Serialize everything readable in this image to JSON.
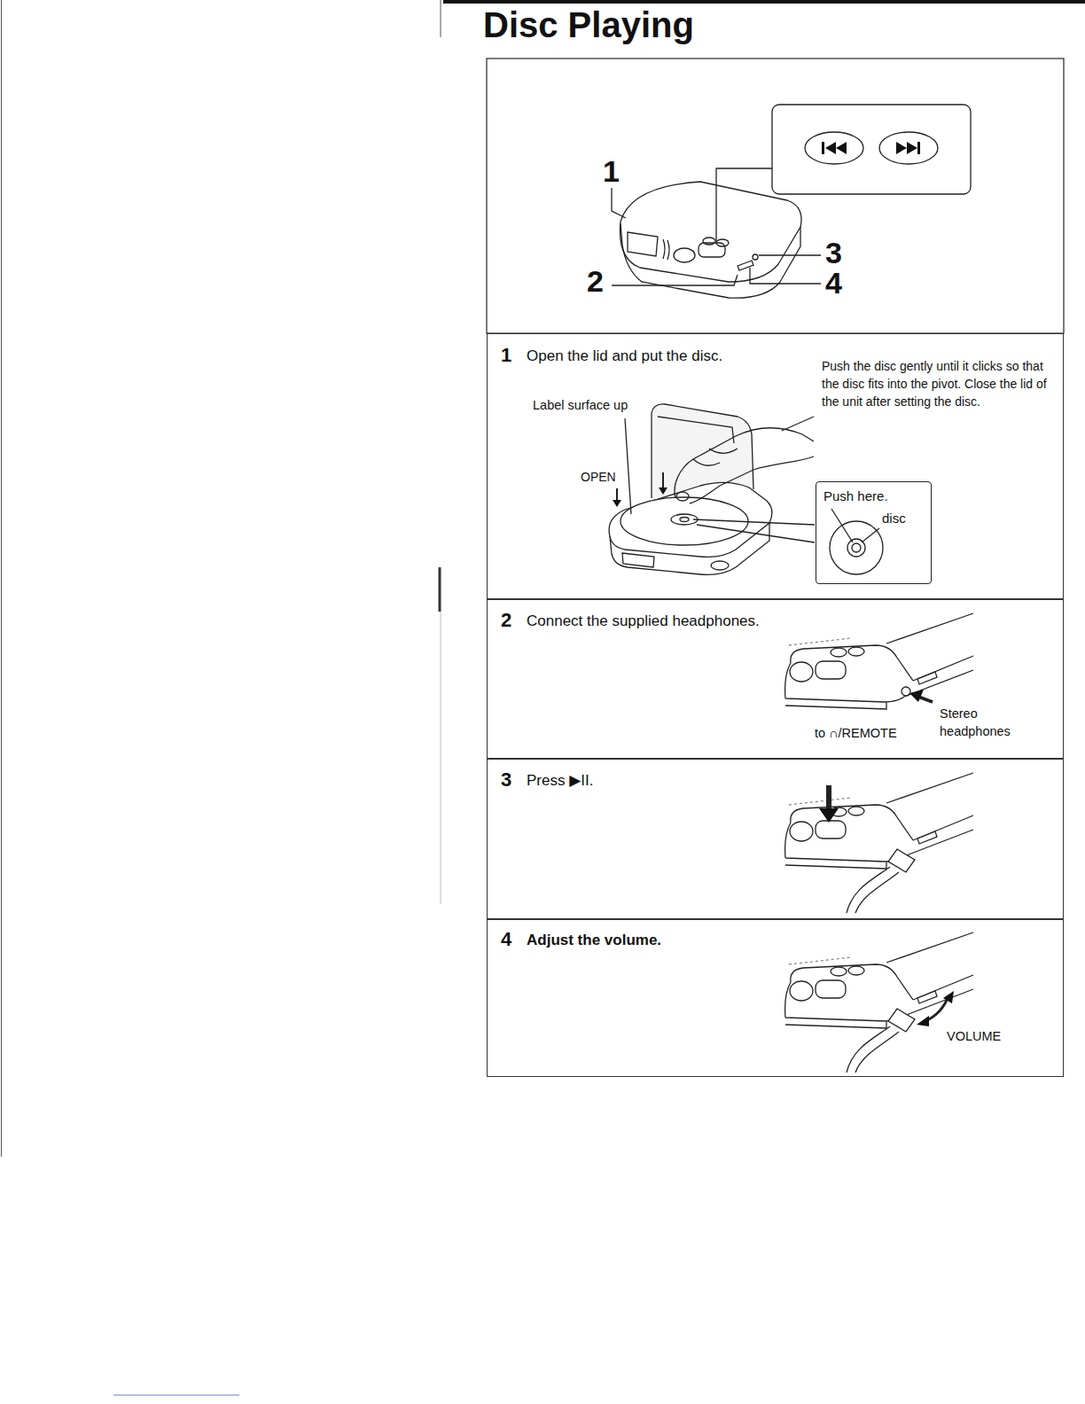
{
  "diagram": {
    "title": "Disc Playing",
    "nodes": [
      {
        "text": [
          "1",
          "Open the lid and put the disc.",
          "Push the disc gently until it clicks so that the disc fits into the pivot. Close the lid of the unit after setting the disc.",
          "Label surface up",
          "OPEN"
        ]
      },
      {
        "text": [
          "Push here.",
          "disc"
        ],
        "in": 0
      },
      {
        "text": [
          "2",
          "Connect the supplied headphones.",
          "to ∩/REMOTE",
          "Stereo headphones"
        ]
      },
      {
        "text": [
          "3",
          "Press ▶II."
        ]
      },
      {
        "text": [
          "4",
          "Adjust the volume.",
          "VOLUME"
        ]
      }
    ],
    "labels": [
      "1",
      "2",
      "3",
      "4"
    ]
  }
}
